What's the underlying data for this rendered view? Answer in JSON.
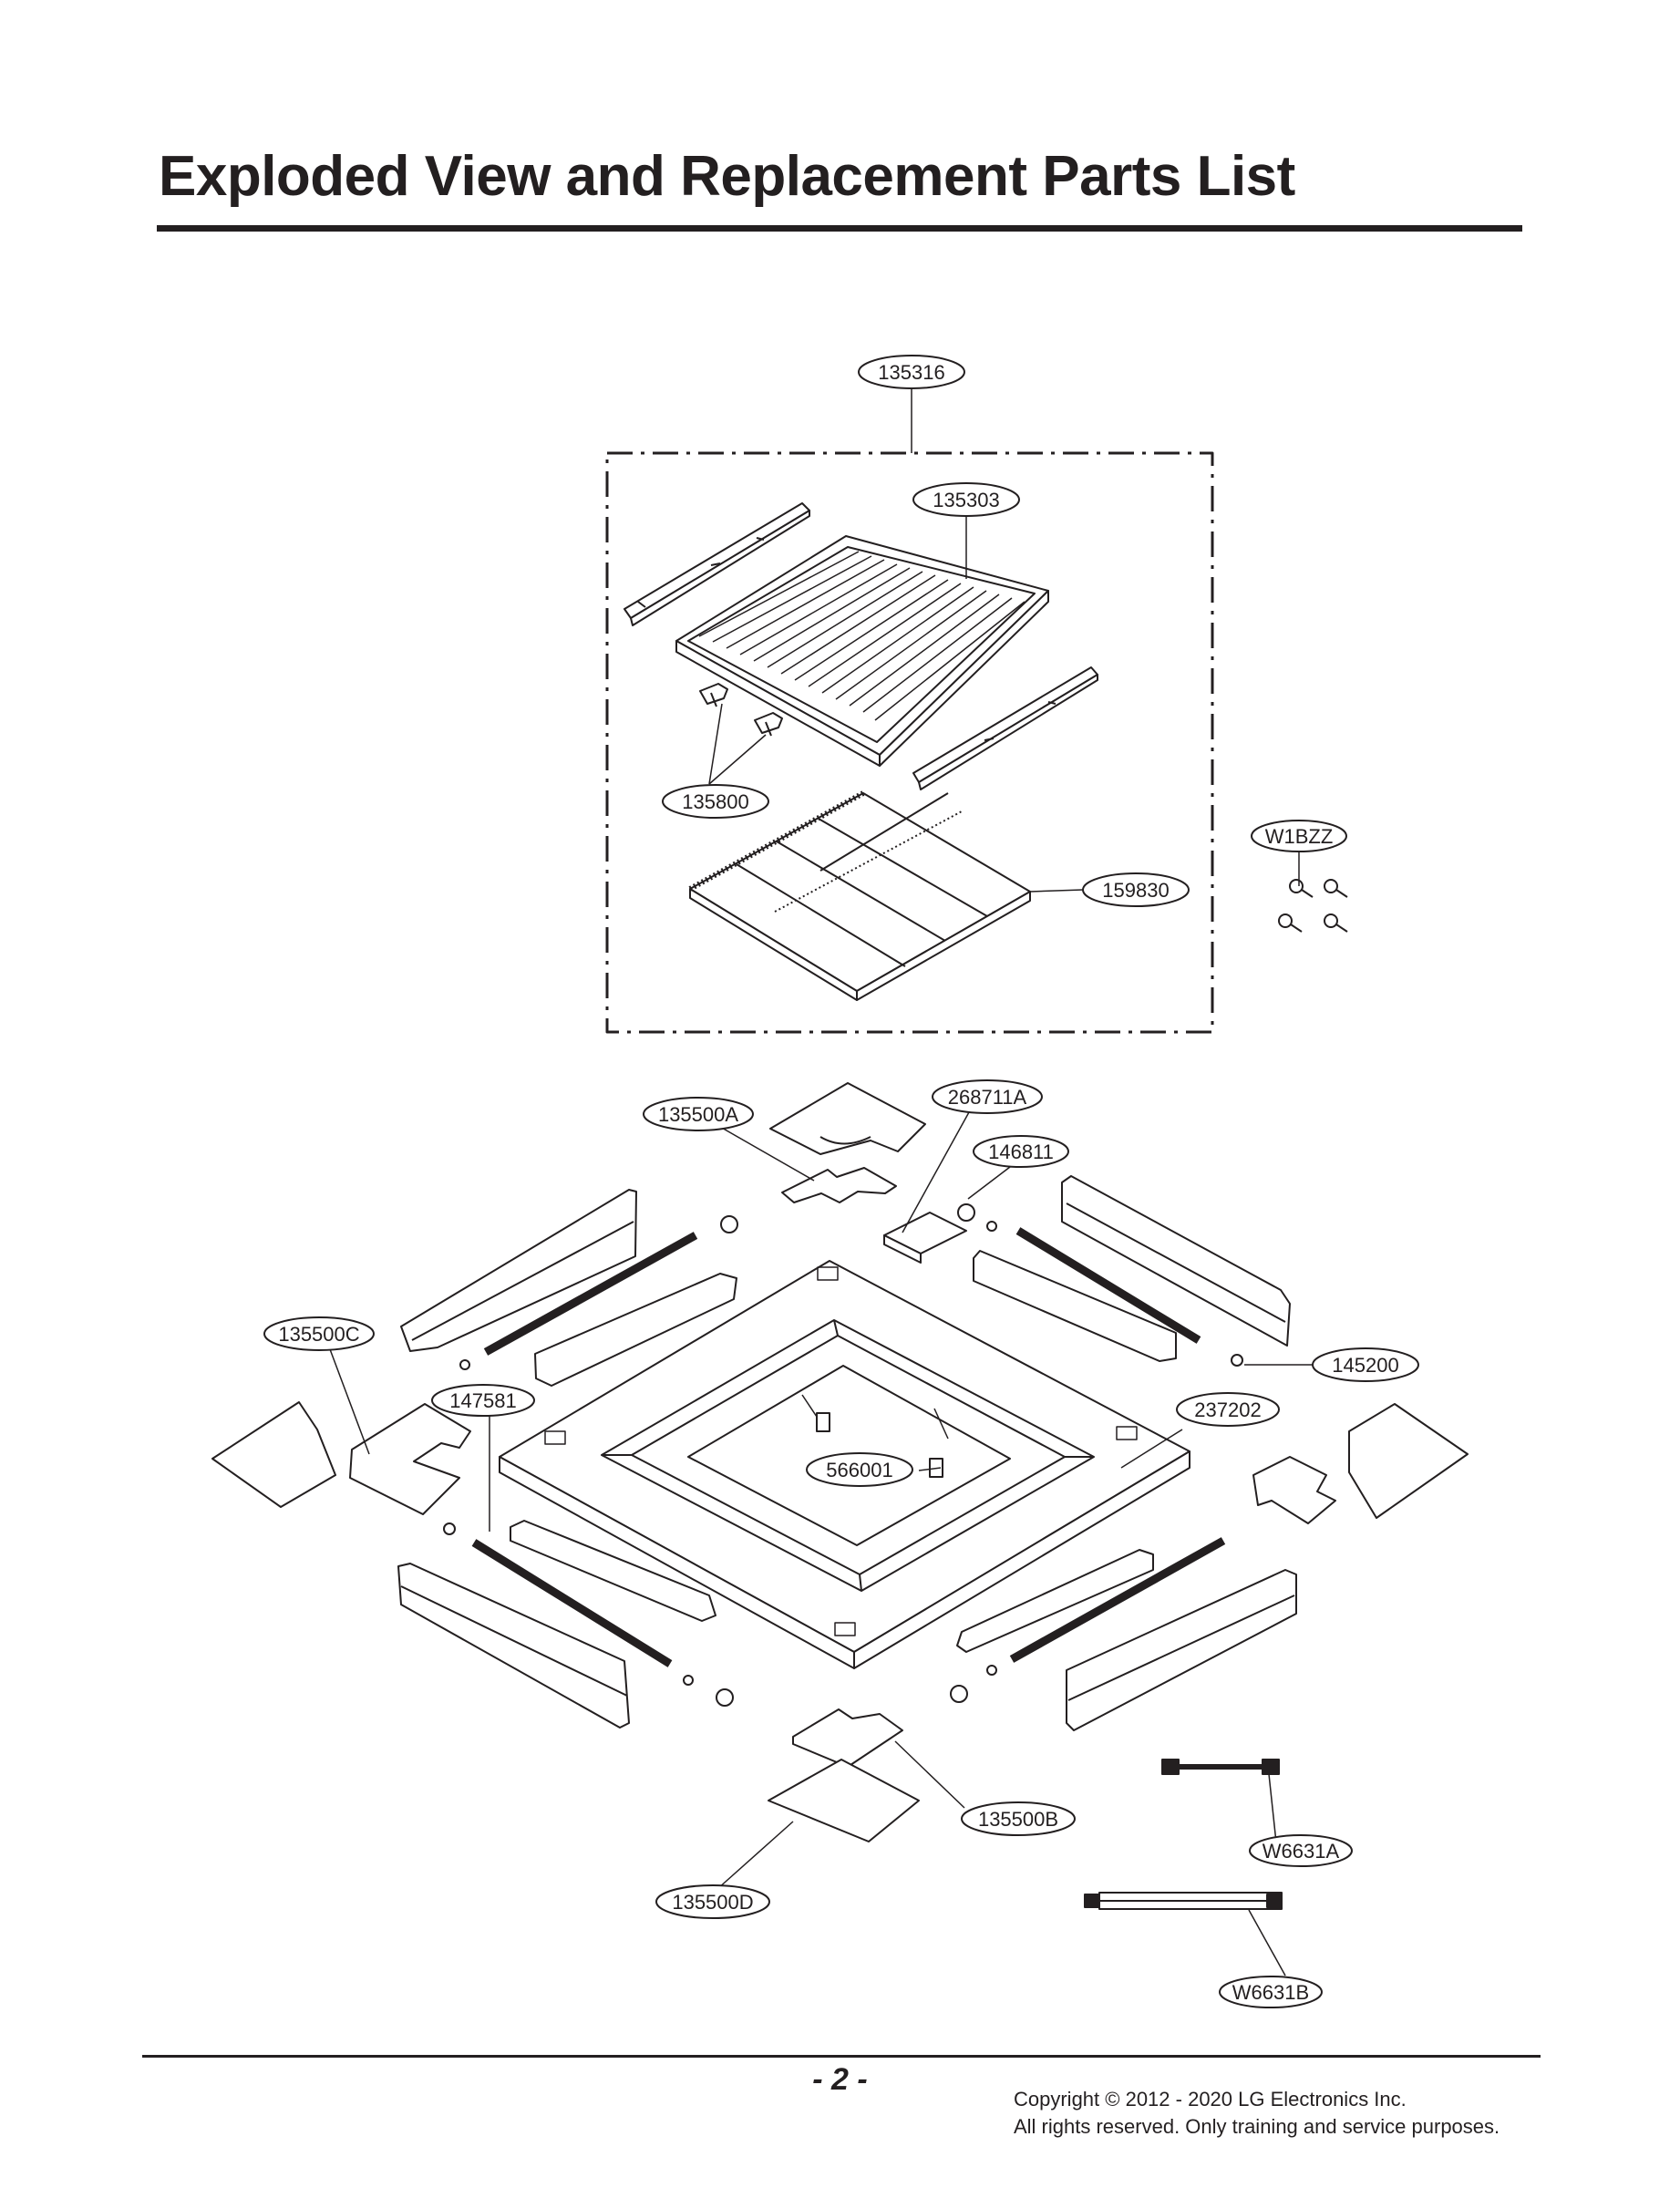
{
  "page": {
    "title": "Exploded View and Replacement Parts List",
    "page_number": "- 2 -",
    "copyright_line1": "Copyright © 2012 - 2020 LG Electronics Inc.",
    "copyright_line2": "All rights reserved. Only training and service purposes."
  },
  "part_labels": {
    "p135316": "135316",
    "p135303": "135303",
    "p135800": "135800",
    "p159830": "159830",
    "pW1BZZ": "W1BZZ",
    "p135500A": "135500A",
    "p268711A": "268711A",
    "p146811": "146811",
    "p135500C": "135500C",
    "p147581": "147581",
    "p145200": "145200",
    "p237202": "237202",
    "p566001": "566001",
    "p135500B": "135500B",
    "pW6631A": "W6631A",
    "p135500D": "135500D",
    "pW6631B": "W6631B"
  }
}
